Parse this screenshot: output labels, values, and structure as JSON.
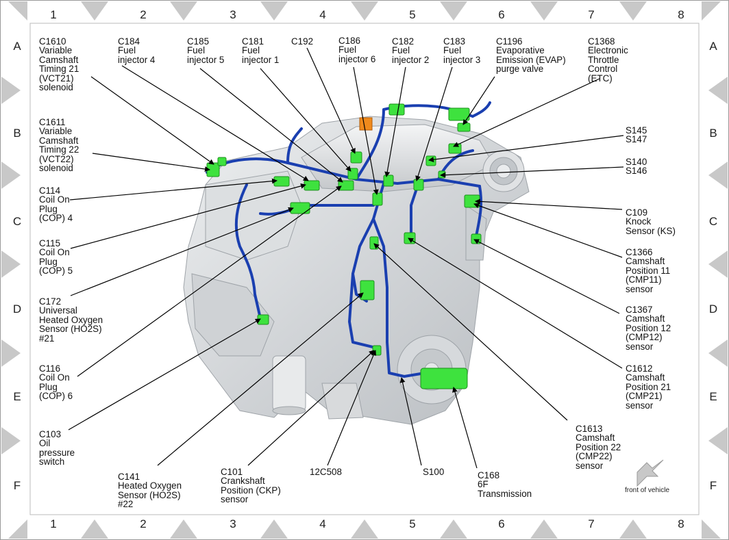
{
  "grid": {
    "columns": [
      "1",
      "2",
      "3",
      "4",
      "5",
      "6",
      "7",
      "8"
    ],
    "rows": [
      "A",
      "B",
      "C",
      "D",
      "E",
      "F"
    ]
  },
  "callouts": [
    {
      "id": "c1610",
      "text": "C1610\nVariable\nCamshaft\nTiming 21\n(VCT21)\nsolenoid"
    },
    {
      "id": "c184",
      "text": "C184\nFuel\ninjector 4"
    },
    {
      "id": "c185",
      "text": "C185\nFuel\ninjector 5"
    },
    {
      "id": "c181",
      "text": "C181\nFuel\ninjector 1"
    },
    {
      "id": "c192",
      "text": "C192"
    },
    {
      "id": "c186",
      "text": "C186\nFuel\ninjector 6"
    },
    {
      "id": "c182",
      "text": "C182\nFuel\ninjector 2"
    },
    {
      "id": "c183",
      "text": "C183\nFuel\ninjector 3"
    },
    {
      "id": "c1196",
      "text": "C1196\nEvaporative\nEmission (EVAP)\npurge valve"
    },
    {
      "id": "c1368",
      "text": "C1368\nElectronic\nThrottle\nControl\n(ETC)"
    },
    {
      "id": "c1611",
      "text": "C1611\nVariable\nCamshaft\nTiming 22\n(VCT22)\nsolenoid"
    },
    {
      "id": "c114",
      "text": "C114\nCoil On\nPlug\n(COP) 4"
    },
    {
      "id": "c115",
      "text": "C115\nCoil On\nPlug\n(COP) 5"
    },
    {
      "id": "c172",
      "text": "C172\nUniversal\nHeated Oxygen\nSensor (HO2S)\n#21"
    },
    {
      "id": "c116",
      "text": "C116\nCoil On\nPlug\n(COP) 6"
    },
    {
      "id": "c103",
      "text": "C103\nOil\npressure\nswitch"
    },
    {
      "id": "c141",
      "text": "C141\nHeated Oxygen\nSensor (HO2S)\n#22"
    },
    {
      "id": "c101",
      "text": "C101\nCrankshaft\nPosition (CKP)\nsensor"
    },
    {
      "id": "s12c508",
      "text": "12C508"
    },
    {
      "id": "s100",
      "text": "S100"
    },
    {
      "id": "c168",
      "text": "C168\n6F\nTransmission"
    },
    {
      "id": "c1613",
      "text": "C1613\nCamshaft\nPosition 22\n(CMP22)\nsensor"
    },
    {
      "id": "s145",
      "text": "S145\nS147"
    },
    {
      "id": "s140",
      "text": "S140\nS146"
    },
    {
      "id": "c109",
      "text": "C109\nKnock\nSensor (KS)"
    },
    {
      "id": "c1366",
      "text": "C1366\nCamshaft\nPosition 11\n(CMP11)\nsensor"
    },
    {
      "id": "c1367",
      "text": "C1367\nCamshaft\nPosition 12\n(CMP12)\nsensor"
    },
    {
      "id": "c1612",
      "text": "C1612\nCamshaft\nPosition 21\n(CMP21)\nsensor"
    }
  ],
  "front_of_vehicle": "front of vehicle",
  "colors": {
    "harness": "#1a3fb0",
    "connector": "#3ee23e",
    "engine": "#d4d6d8",
    "frame_triangle": "#c8c8c8",
    "orange_part": "#f08a1c"
  }
}
